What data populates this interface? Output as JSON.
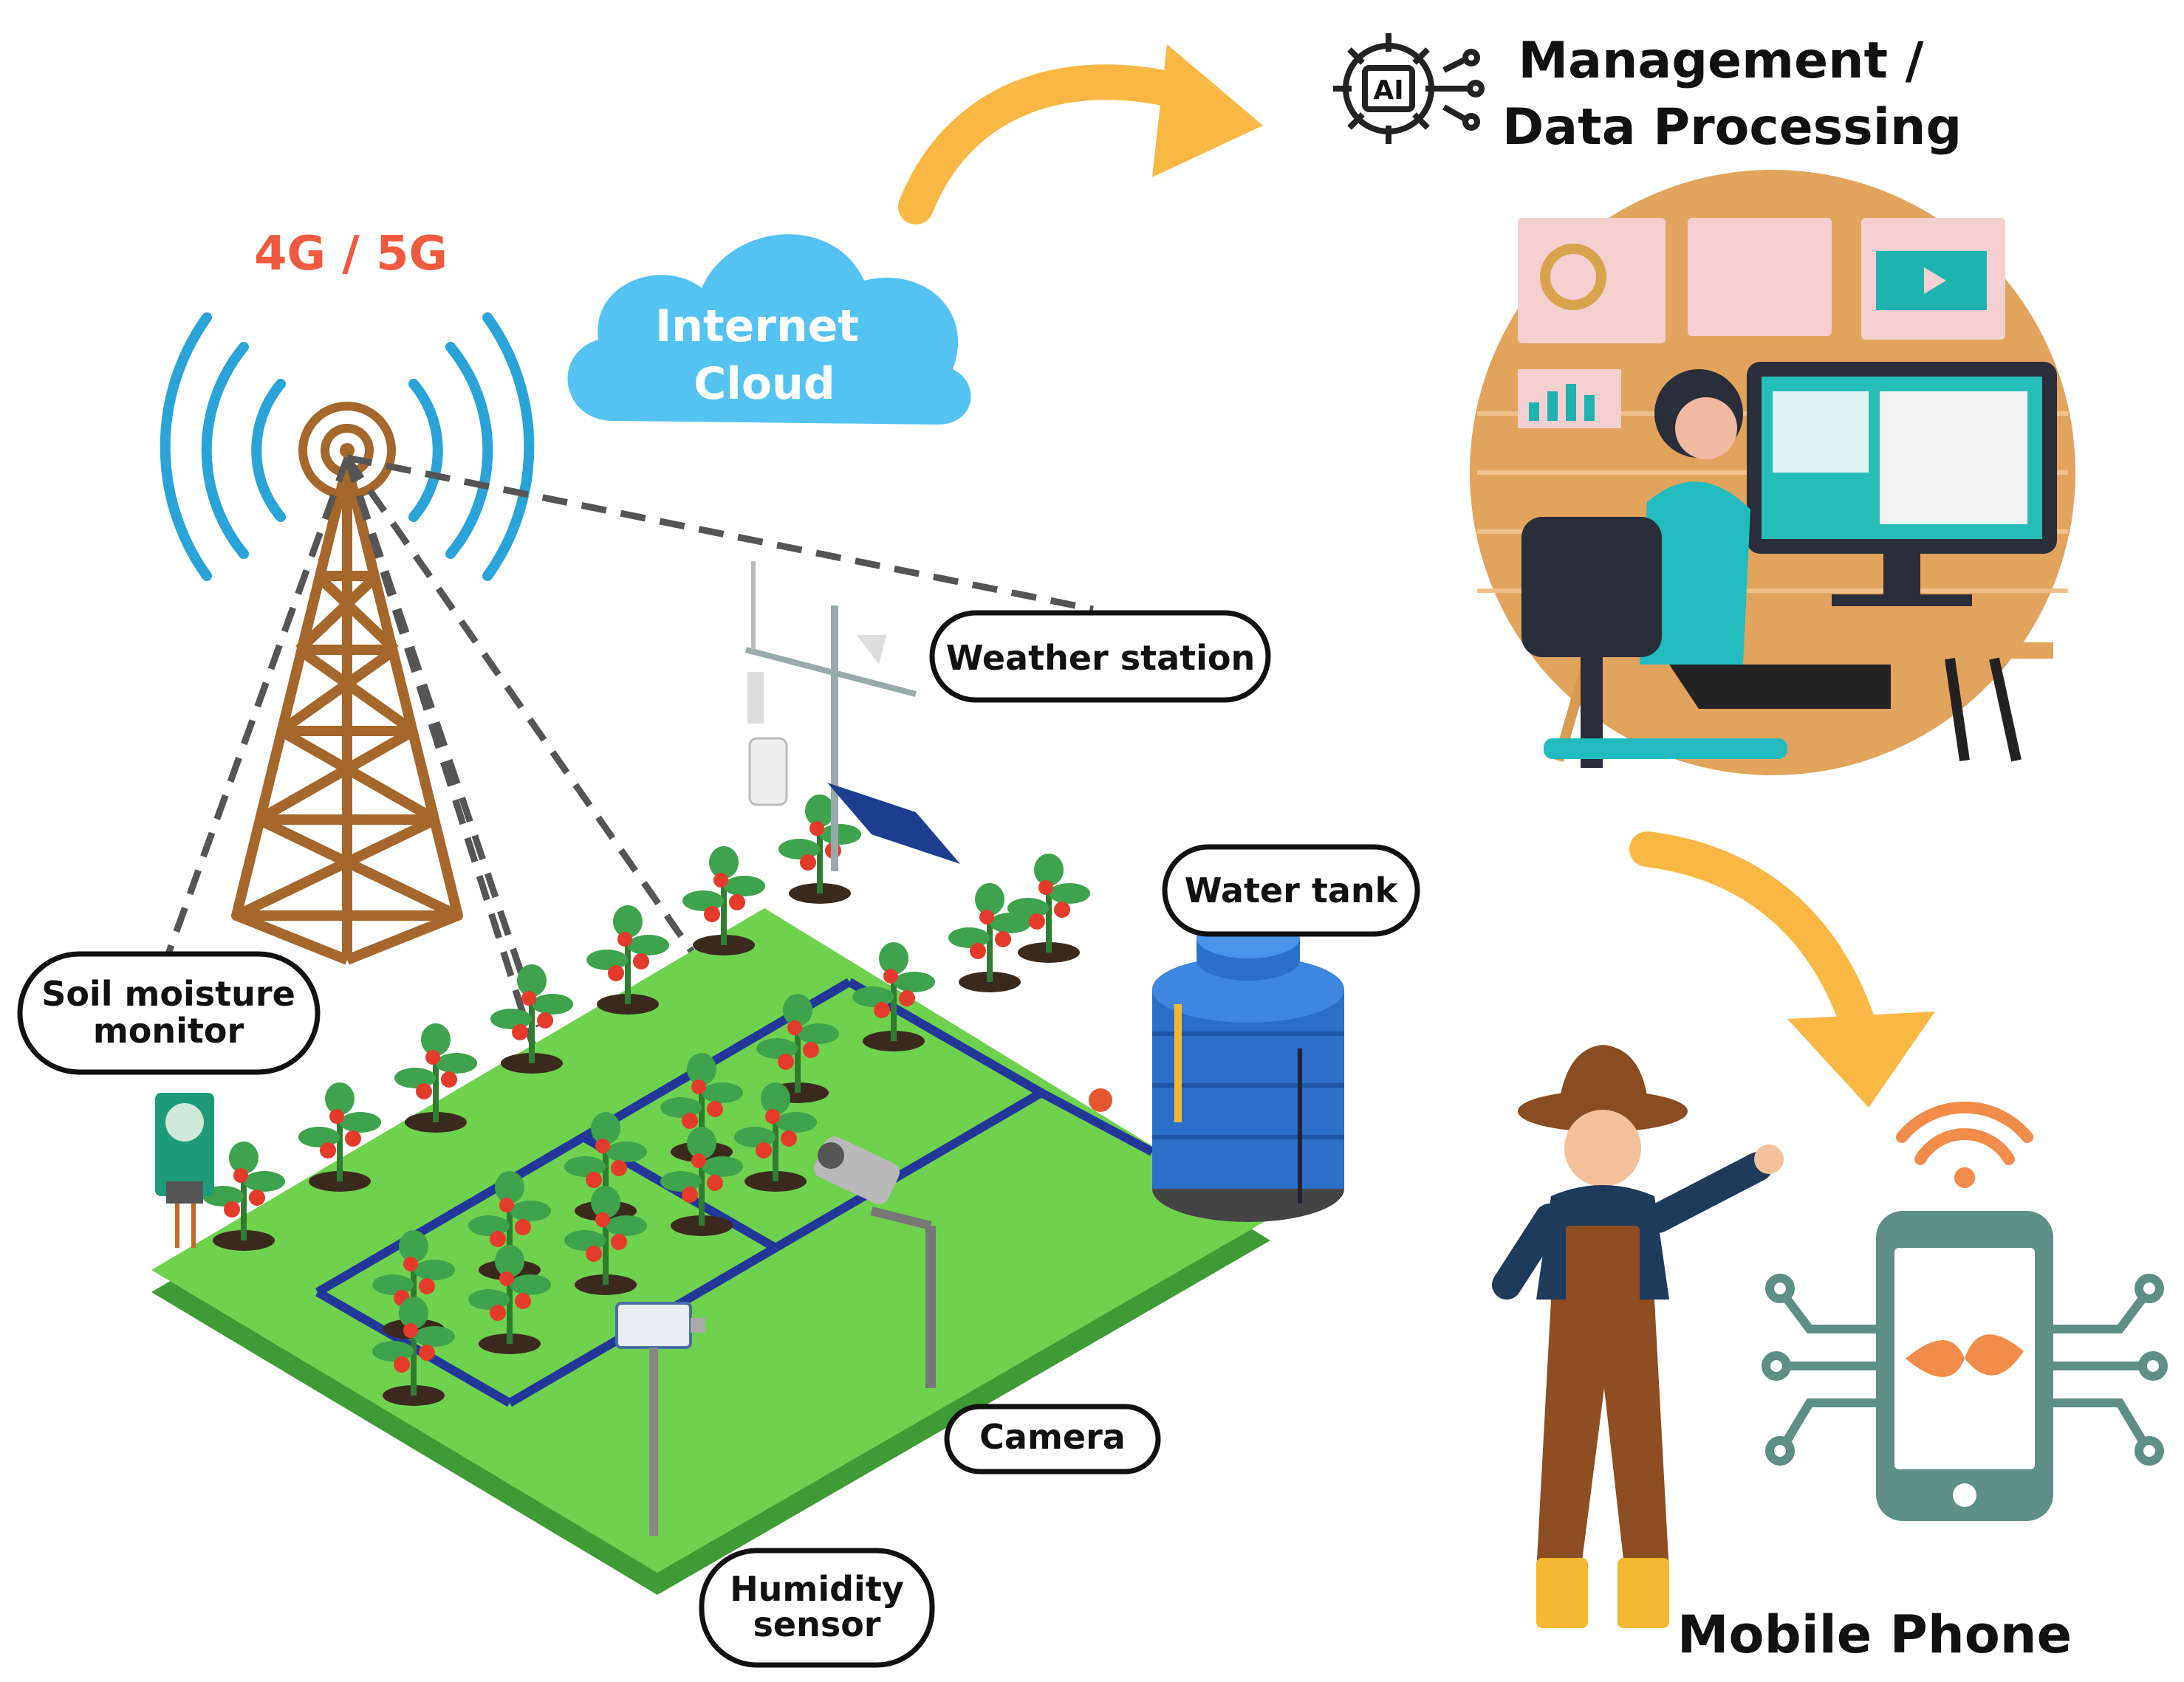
{
  "network": {
    "label": "4G / 5G",
    "color": "#f05a40"
  },
  "cloud": {
    "line1": "Internet",
    "line2": "Cloud",
    "color": "#55c3f2"
  },
  "management": {
    "line1": "Management /",
    "line2": "Data Processing",
    "icon_text": "AI"
  },
  "labels": {
    "weather_station": "Weather station",
    "soil_moisture_line1": "Soil moisture",
    "soil_moisture_line2": "monitor",
    "water_tank": "Water tank",
    "camera": "Camera",
    "humidity_line1": "Humidity",
    "humidity_line2": "sensor",
    "mobile_phone": "Mobile Phone"
  },
  "colors": {
    "arrow": "#f9b844",
    "tower": "#a5672b",
    "signal": "#2aa3d8",
    "field": "#6fd24e",
    "field_edge": "#3f9b36",
    "pipe": "#23379a",
    "tank": "#2c6fc9",
    "phone": "#5e8f84",
    "leaf": "#f28c4a"
  }
}
